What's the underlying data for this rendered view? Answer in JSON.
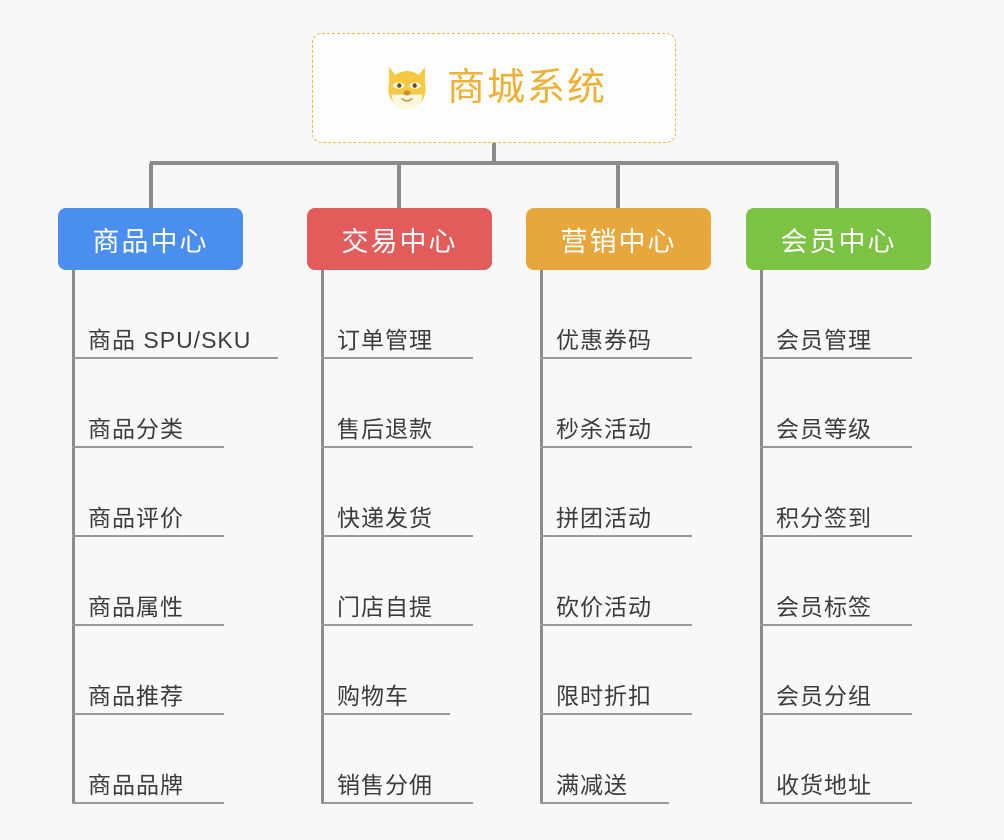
{
  "diagram": {
    "type": "mindmap-tree",
    "background_color": "#f8f8f8",
    "connector_color": "#8c8c8c",
    "root": {
      "title": "商城系统",
      "icon": "shiba-dog-face-icon",
      "border_color": "#e8b84b",
      "text_color": "#efb036",
      "border_style": "dashed"
    },
    "categories": [
      {
        "label": "商品中心",
        "color": "#4a8ef0",
        "items": [
          "商品 SPU/SKU",
          "商品分类",
          "商品评价",
          "商品属性",
          "商品推荐",
          "商品品牌"
        ]
      },
      {
        "label": "交易中心",
        "color": "#e25c5c",
        "items": [
          "订单管理",
          "售后退款",
          "快递发货",
          "门店自提",
          "购物车",
          "销售分佣"
        ]
      },
      {
        "label": "营销中心",
        "color": "#e8a73c",
        "items": [
          "优惠券码",
          "秒杀活动",
          "拼团活动",
          "砍价活动",
          "限时折扣",
          "满减送"
        ]
      },
      {
        "label": "会员中心",
        "color": "#7cc243",
        "items": [
          "会员管理",
          "会员等级",
          "积分签到",
          "会员标签",
          "会员分组",
          "收货地址"
        ]
      }
    ]
  }
}
